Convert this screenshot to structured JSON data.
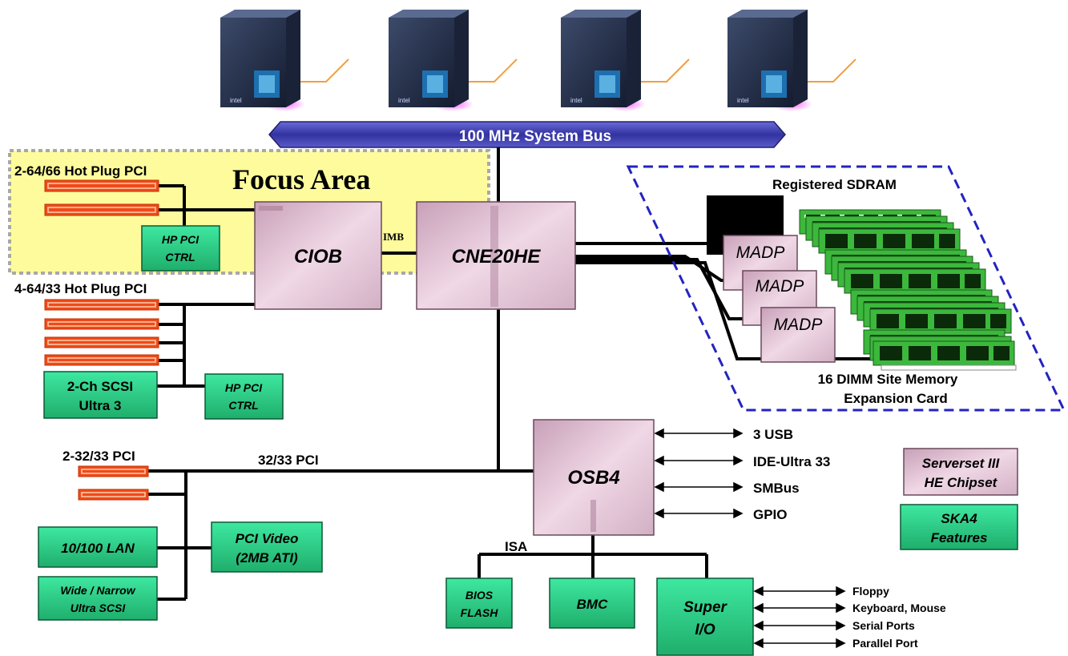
{
  "system_bus": "100 MHz System Bus",
  "focus_area": "Focus Area",
  "processors": [
    {
      "id": "cpu-1",
      "brand": "intel"
    },
    {
      "id": "cpu-2",
      "brand": "intel"
    },
    {
      "id": "cpu-3",
      "brand": "intel"
    },
    {
      "id": "cpu-4",
      "brand": "intel"
    }
  ],
  "pci_hotplug_66": "2-64/66 Hot Plug PCI",
  "pci_hotplug_33": "4-64/33 Hot Plug PCI",
  "hp_pci_ctrl": [
    "HP PCI",
    "CTRL"
  ],
  "ciob": "CIOB",
  "imb": "IMB",
  "cne": "CNE20HE",
  "scsi": [
    "2-Ch SCSI",
    "Ultra 3"
  ],
  "pci_32_slots": "2-32/33 PCI",
  "pci_32_bus": "32/33 PCI",
  "lan": "10/100 LAN",
  "wide_scsi": [
    "Wide / Narrow",
    "Ultra SCSI"
  ],
  "pci_video": [
    "PCI Video",
    "(2MB ATI)"
  ],
  "osb4": "OSB4",
  "osb4_io": [
    "3 USB",
    "IDE-Ultra 33",
    "SMBus",
    "GPIO"
  ],
  "isa": "ISA",
  "bios_flash": [
    "BIOS",
    "FLASH"
  ],
  "bmc": "BMC",
  "super_io": [
    "Super",
    "I/O"
  ],
  "super_io_ports": [
    "Floppy",
    "Keyboard, Mouse",
    "Serial Ports",
    "Parallel Port"
  ],
  "memory": {
    "title": "Registered SDRAM",
    "madp": "MADP",
    "caption": [
      "16 DIMM Site Memory",
      "Expansion Card"
    ]
  },
  "legend": {
    "chipset": [
      "Serverset III",
      "HE Chipset"
    ],
    "features": [
      "SKA4",
      "Features"
    ]
  },
  "colors": {
    "bus_blue": "#3a3aa8",
    "chip_pink": "#d8b4c8",
    "feature_green": "#2ed18a",
    "focus_yellow": "#fdfb9c",
    "dimm_green": "#3cb83c",
    "slot_red": "#f04a1a",
    "dashed_blue": "#2323c0"
  }
}
